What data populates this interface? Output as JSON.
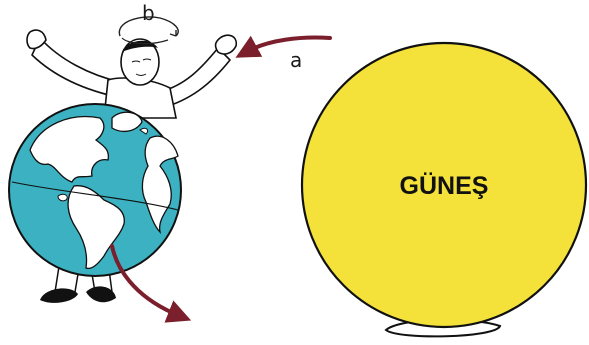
{
  "labels": {
    "a": "a",
    "b": "b"
  },
  "sun": {
    "label": "GÜNEŞ"
  },
  "colors": {
    "sun_fill": "#f4e23a",
    "globe_ocean": "#3bb1c1",
    "land": "#ffffff",
    "arrow": "#7a1f2b",
    "outline": "#111111"
  }
}
